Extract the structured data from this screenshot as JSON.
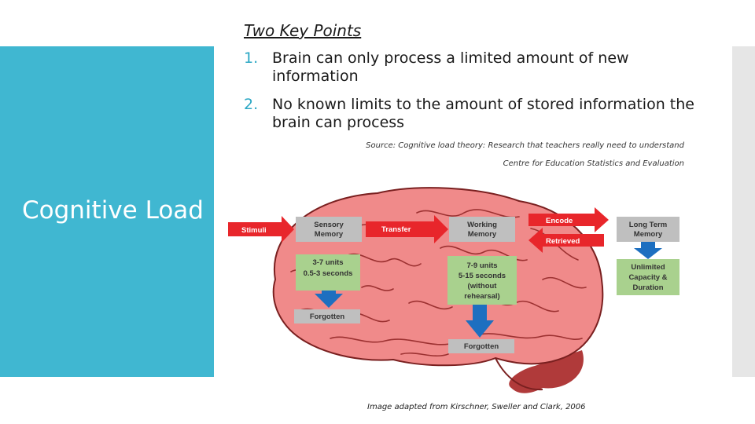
{
  "slide": {
    "section_title": "Cognitive Load",
    "heading": "Two Key Points",
    "points": [
      {
        "number": "1.",
        "text": "Brain can only process a limited amount of new information"
      },
      {
        "number": "2.",
        "text": "No known limits to the amount of stored information the brain can process"
      }
    ],
    "source_line1": "Source: Cognitive load theory: Research that teachers really need to understand",
    "source_line2": "Centre for Education Statistics and Evaluation",
    "image_credit": "Image adapted from Kirschner, Sweller and Clark, 2006",
    "colors": {
      "panel": "#40b7d1",
      "accent": "#2ba7c4",
      "arrow_red": "#e8262b",
      "arrow_blue": "#1d6fc0",
      "box_gray": "#bfbfbf",
      "box_green": "#a9d18e",
      "brain": "#f08a8a"
    }
  },
  "diagram": {
    "stimuli": "Stimuli",
    "sensory_memory": [
      "Sensory",
      "Memory"
    ],
    "transfer": "Transfer",
    "working_memory": [
      "Working",
      "Memory"
    ],
    "encode": "Encode",
    "retrieved": "Retrieved",
    "long_term_memory": [
      "Long Term",
      "Memory"
    ],
    "sensory_capacity": [
      "3-7 units",
      "0.5-3 seconds"
    ],
    "working_capacity": [
      "7-9 units",
      "5-15 seconds",
      "(without",
      "rehearsal)"
    ],
    "long_term_capacity": [
      "Unlimited",
      "Capacity &",
      "Duration"
    ],
    "forgotten_1": "Forgotten",
    "forgotten_2": "Forgotten"
  }
}
